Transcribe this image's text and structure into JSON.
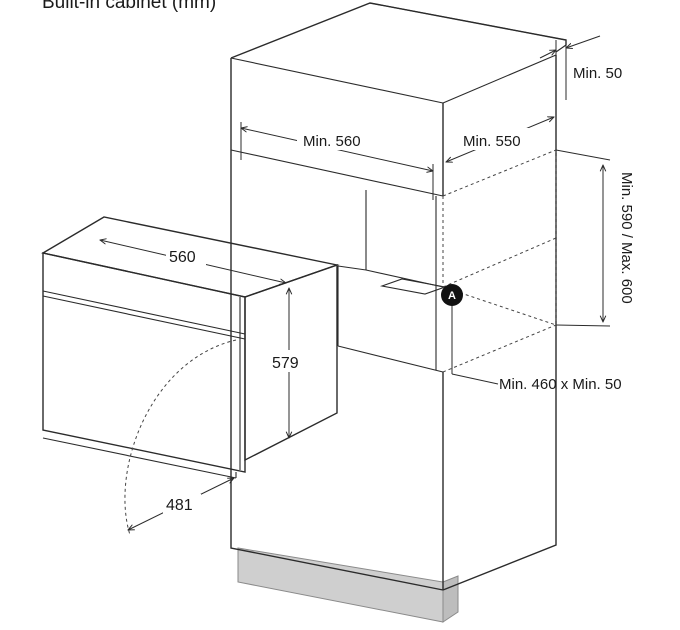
{
  "title": "Built-in cabinet (mm)",
  "labels": {
    "cabinet_width": "Min. 560",
    "cabinet_depth": "Min. 550",
    "rear_gap": "Min. 50",
    "niche_height": "Min. 590 / Max. 600",
    "vent_opening": "Min. 460 x Min. 50",
    "oven_width": "560",
    "oven_height": "579",
    "door_swing": "481"
  },
  "marker": "A",
  "colors": {
    "line": "#2b2b2b",
    "plinth": "#cfcfcf",
    "marker_fill": "#111111"
  }
}
